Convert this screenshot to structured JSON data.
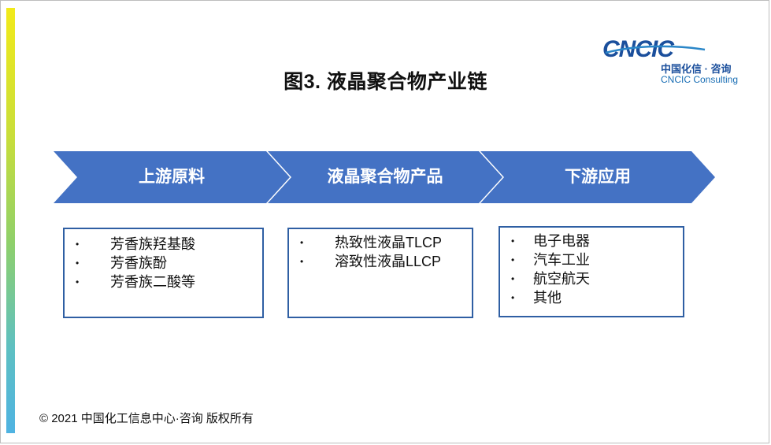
{
  "title": "图3. 液晶聚合物产业链",
  "logo": {
    "mark": "CNCIC",
    "chinese": "中国化信 · 咨询",
    "english": "CNCIC Consulting"
  },
  "stages": [
    {
      "label": "上游原料",
      "items": [
        "芳香族羟基酸",
        "芳香族酚",
        "芳香族二酸等"
      ]
    },
    {
      "label": "液晶聚合物产品",
      "items": [
        "热致性液晶TLCP",
        "溶致性液晶LLCP"
      ]
    },
    {
      "label": "下游应用",
      "items": [
        "电子电器",
        "汽车工业",
        "航空航天",
        "其他"
      ]
    }
  ],
  "footer": "© 2021 中国化工信息中心·咨询 版权所有",
  "colors": {
    "chevron": "#4472c4",
    "box_border": "#2f5fa3",
    "logo": "#1b4f9c"
  }
}
